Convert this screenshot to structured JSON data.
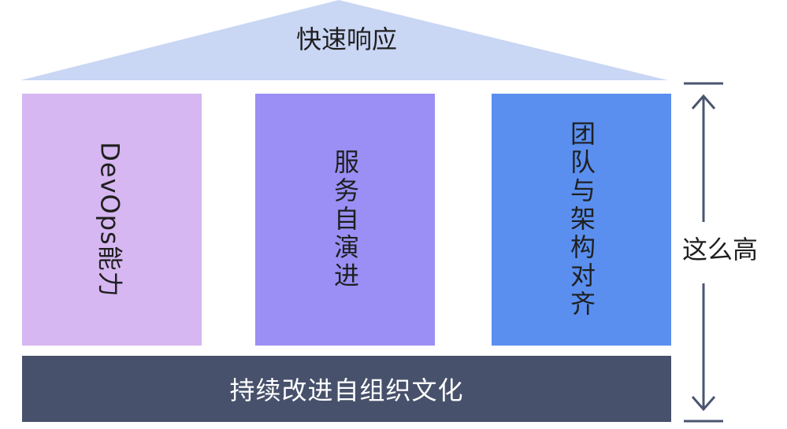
{
  "roof": {
    "label": "快速响应"
  },
  "pillars": [
    {
      "label": "DevOps能力",
      "color": "#d6b7f1"
    },
    {
      "label": "服务自演进",
      "color": "#9b8ff5"
    },
    {
      "label": "团队与架构对齐",
      "color": "#5a8ff0"
    }
  ],
  "foundation": {
    "label": "持续改进自组织文化",
    "color": "#47516b"
  },
  "height_indicator": {
    "label": "这么高"
  },
  "colors": {
    "roof": "#c9d6f4",
    "arrow": "#4a5570"
  }
}
